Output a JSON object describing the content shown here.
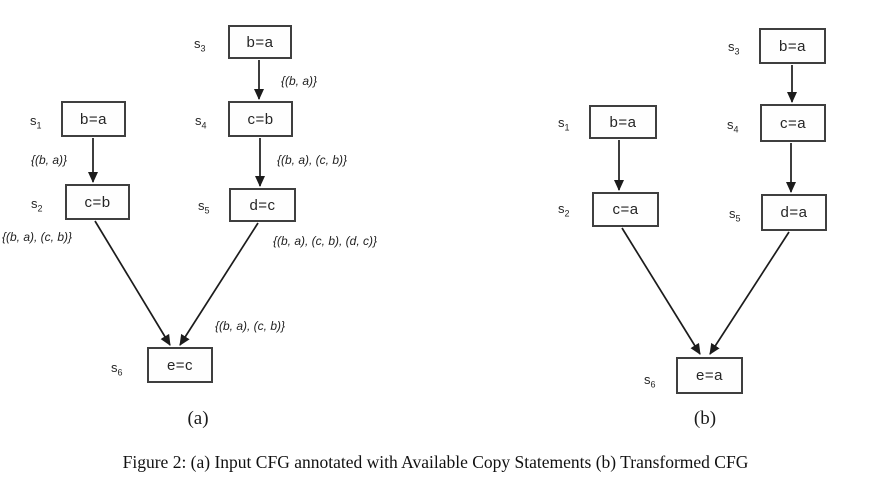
{
  "figure": {
    "caption": "Figure 2: (a) Input CFG annotated with Available Copy Statements (b) Transformed CFG"
  },
  "colors": {
    "box_border": "#3f3f3f",
    "arrow": "#1c1c1c",
    "text": "#262626"
  },
  "panel_a": {
    "caption": "(a)",
    "nodes": {
      "s1": {
        "base": "s",
        "sub": "1",
        "text": "b=a"
      },
      "s2": {
        "base": "s",
        "sub": "2",
        "text": "c=b"
      },
      "s3": {
        "base": "s",
        "sub": "3",
        "text": "b=a"
      },
      "s4": {
        "base": "s",
        "sub": "4",
        "text": "c=b"
      },
      "s5": {
        "base": "s",
        "sub": "5",
        "text": "d=c"
      },
      "s6": {
        "base": "s",
        "sub": "6",
        "text": "e=c"
      }
    },
    "edge_labels": {
      "s3_to_s4": "{(b, a)}",
      "s1_to_s2": "{(b, a)}",
      "s4_to_s5": "{(b, a), (c, b)}",
      "s2_to_s6": "{(b, a), (c, b)}",
      "s5_to_s6": "{(b, a), (c, b), (d, c)}",
      "merge_at_s6": "{(b, a), (c, b)}"
    }
  },
  "panel_b": {
    "caption": "(b)",
    "nodes": {
      "s1": {
        "base": "s",
        "sub": "1",
        "text": "b=a"
      },
      "s2": {
        "base": "s",
        "sub": "2",
        "text": "c=a"
      },
      "s3": {
        "base": "s",
        "sub": "3",
        "text": "b=a"
      },
      "s4": {
        "base": "s",
        "sub": "4",
        "text": "c=a"
      },
      "s5": {
        "base": "s",
        "sub": "5",
        "text": "d=a"
      },
      "s6": {
        "base": "s",
        "sub": "6",
        "text": "e=a"
      }
    }
  }
}
